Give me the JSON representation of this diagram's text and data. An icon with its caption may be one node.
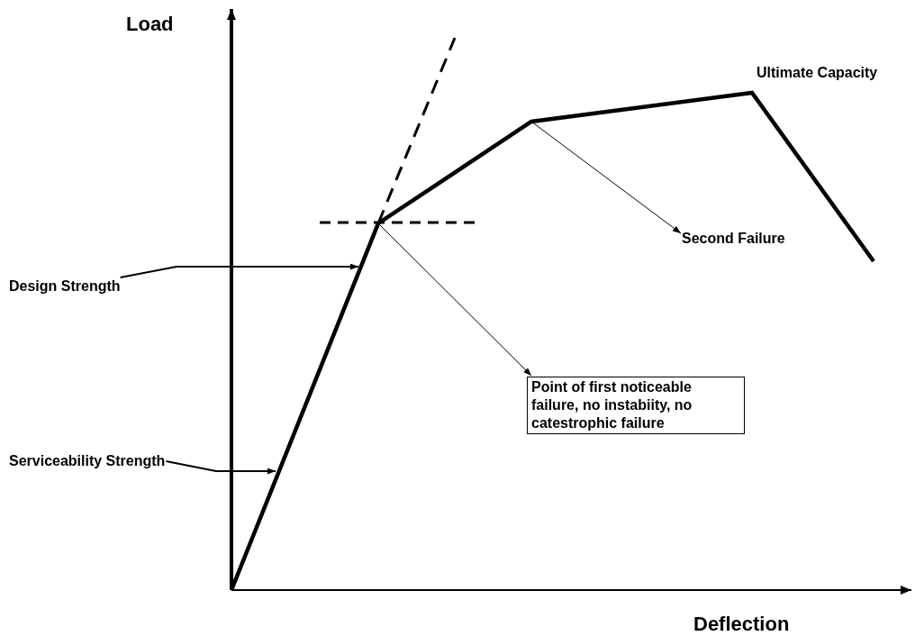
{
  "diagram": {
    "nodes": [
      {
        "text": [
          "Design Strength"
        ]
      },
      {
        "text": [
          "Serviceability Strength"
        ]
      },
      {
        "text": [
          "Second Failure"
        ]
      },
      {
        "text": [
          "Point of first noticeable failure, no instabiity, no catestrophic failure"
        ]
      }
    ],
    "edges": [
      {
        "from": 0,
        "to": null,
        "arrow": "to"
      },
      {
        "from": 1,
        "to": null,
        "arrow": "to"
      },
      {
        "from": null,
        "to": 2,
        "arrow": "to"
      },
      {
        "from": null,
        "to": 3,
        "arrow": "to"
      }
    ],
    "labels": [
      "Load",
      "Ultimate Capacity",
      "Deflection"
    ]
  }
}
